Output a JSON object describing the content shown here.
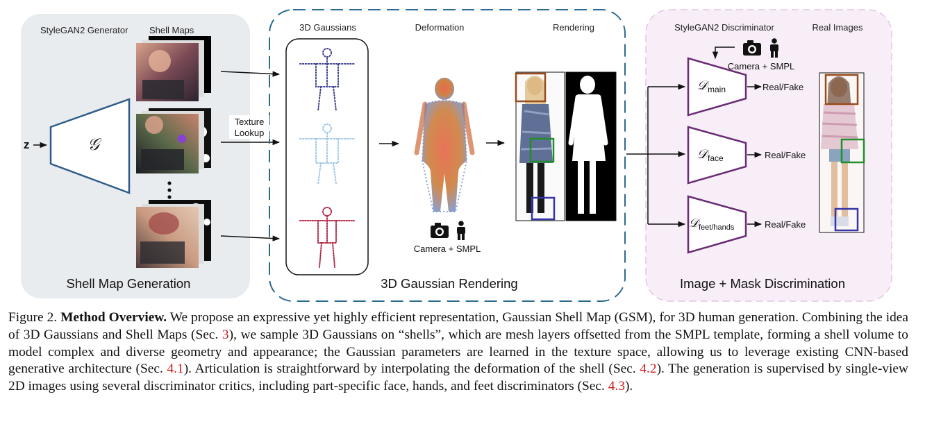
{
  "panels": {
    "generation": {
      "generator_label": "StyleGAN2 Generator",
      "shell_maps_label": "Shell Maps",
      "z_label": "z",
      "g_symbol": "𝒢",
      "title": "Shell Map Generation"
    },
    "rendering": {
      "gaussians_label": "3D Gaussians",
      "deformation_label": "Deformation",
      "rendering_label": "Rendering",
      "texture_lookup_line1": "Texture",
      "texture_lookup_line2": "Lookup",
      "camera_smpl": "Camera + SMPL",
      "title": "3D Gaussian Rendering"
    },
    "discrimination": {
      "discriminator_label": "StyleGAN2 Discriminator",
      "real_images_label": "Real Images",
      "camera_smpl": "Camera + SMPL",
      "d_symbol": "𝒟",
      "d_main_sub": "main",
      "d_face_sub": "face",
      "d_feet_sub": "feet/hands",
      "output_main": "Real/Fake",
      "output_face": "Real/Fake",
      "output_feet": "Real/Fake",
      "title": "Image + Mask Discrimination"
    }
  },
  "colors": {
    "generation_bg": "#e9ecef",
    "discrimination_bg": "#f8eef8",
    "generator_stroke": "#2f5d89",
    "discriminator_stroke": "#6a2c74",
    "dashed_border": "#2c6b91",
    "head_box": "#9a4a1c",
    "hand_box": "#1f8f2a",
    "feet_box": "#3535a8",
    "red_ref": "#d11a1a"
  },
  "caption": {
    "figure_label": "Figure 2.",
    "lead": "Method Overview.",
    "s1": "We propose an expressive yet highly efficient representation, Gaussian Shell Map (GSM), for 3D human generation. Combining the idea of 3D Gaussians and Shell Maps (Sec.",
    "r1": "3",
    "s2": "), we sample 3D Gaussians on “shells”, which are mesh layers offsetted from the SMPL template, forming a shell volume to model complex and diverse geometry and appearance; the Gaussian parameters are learned in the texture space, allowing us to leverage existing CNN-based generative architecture (Sec.",
    "r2": "4.1",
    "s3": "). Articulation is straightforward by interpolating the deformation of the shell (Sec.",
    "r3": "4.2",
    "s4": "). The generation is supervised by single-view 2D images using several discriminator critics, including part-specific face, hands, and feet discriminators (Sec.",
    "r4": "4.3",
    "s5": ")."
  }
}
